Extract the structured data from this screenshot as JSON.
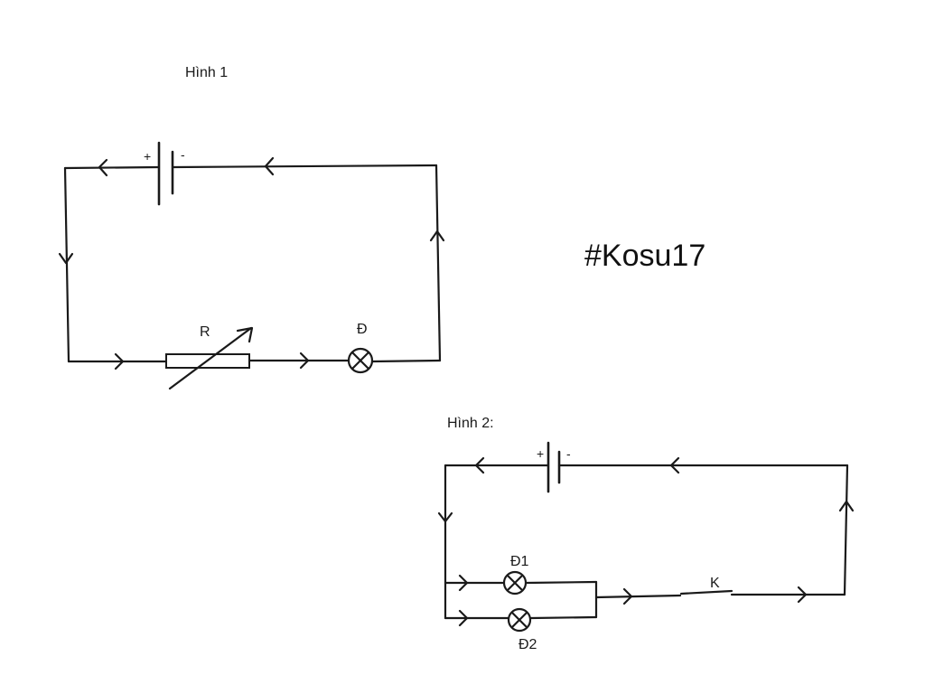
{
  "figure1": {
    "caption": "Hình 1",
    "battery": {
      "plus": "+",
      "minus": "-"
    },
    "resistor_label": "R",
    "lamp_label": "Đ"
  },
  "figure2": {
    "caption": "Hình 2:",
    "battery": {
      "plus": "+",
      "minus": "-"
    },
    "lamp1_label": "Đ1",
    "lamp2_label": "Đ2",
    "switch_label": "K"
  },
  "watermark": "#Kosu17"
}
